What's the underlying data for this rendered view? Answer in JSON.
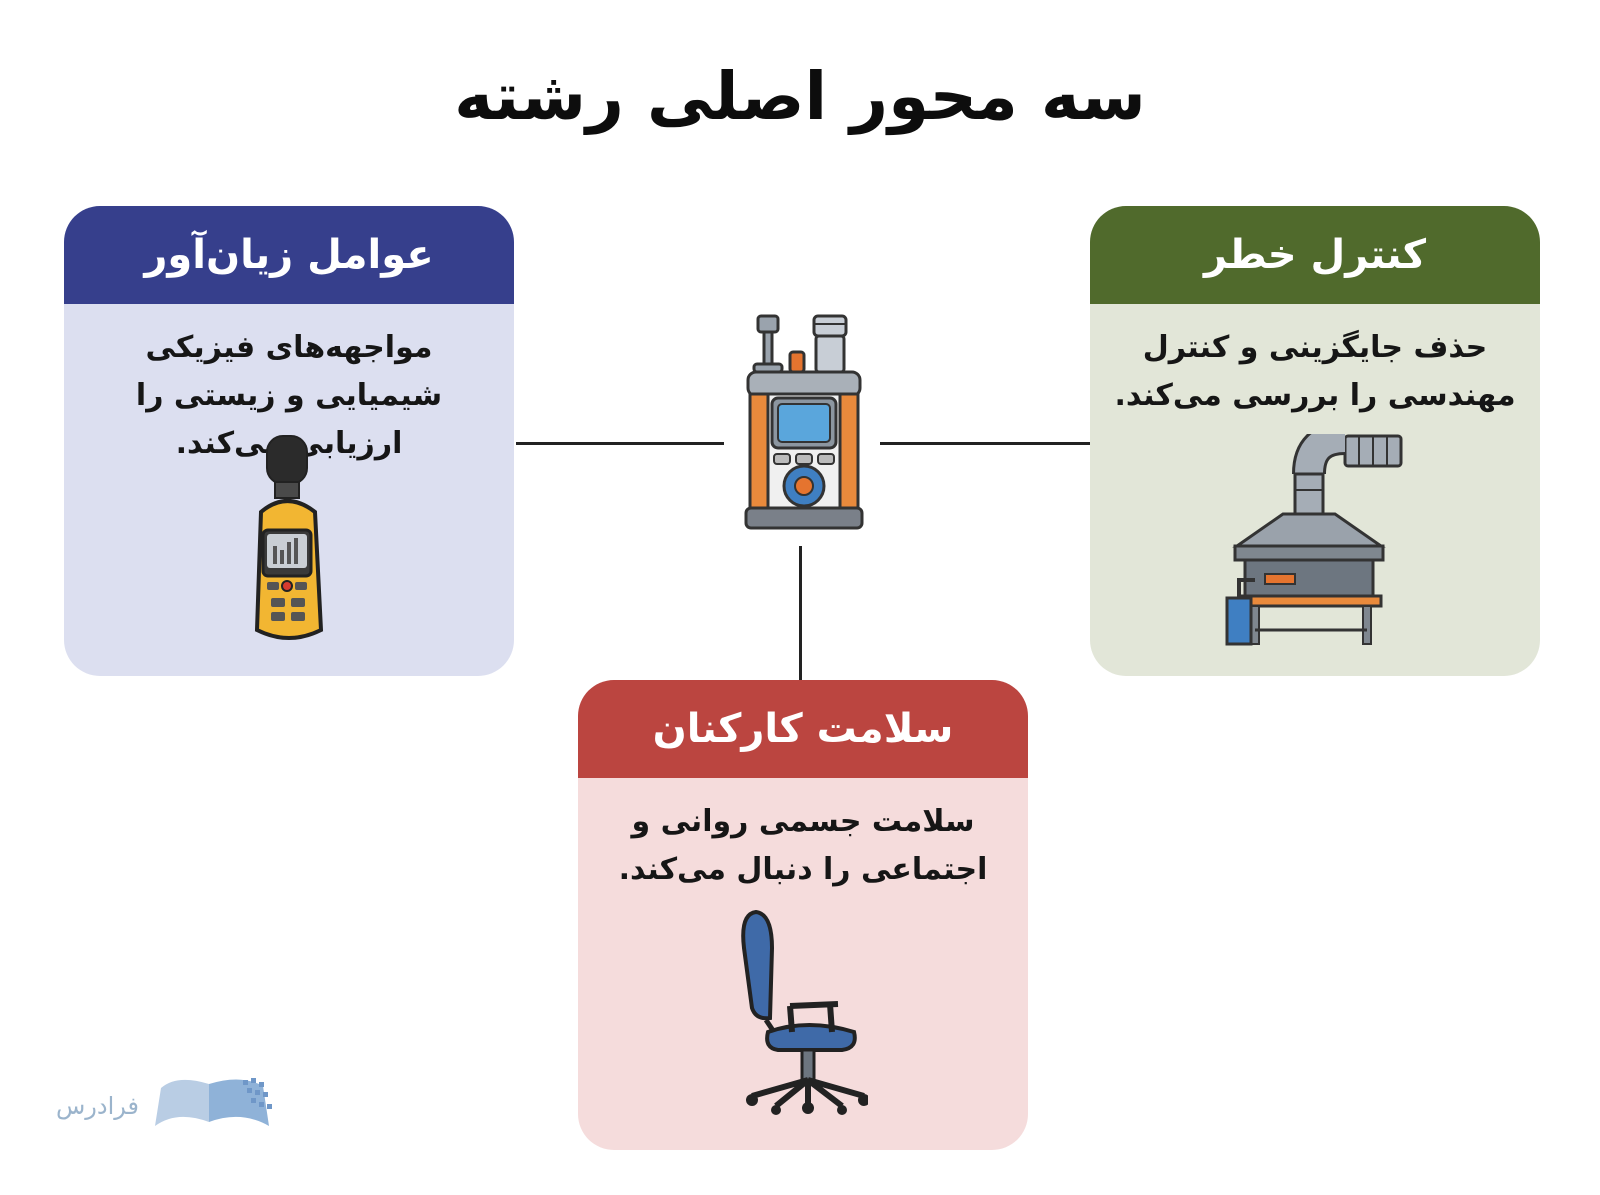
{
  "title": "سه محور اصلی رشته",
  "cards": {
    "harmful_agents": {
      "header": "عوامل زیان‌آور",
      "text": "مواجهه‌های فیزیکی شیمیایی و زیستی را ارزیابی می‌کند.",
      "header_color": "#363f8c",
      "body_color": "#dcdff0"
    },
    "risk_control": {
      "header": "کنترل خطر",
      "text": "حذف جایگزینی و کنترل مهندسی را بررسی می‌کند.",
      "header_color": "#506a2c",
      "body_color": "#e2e6d8"
    },
    "worker_health": {
      "header": "سلامت کارکنان",
      "text": "سلامت جسمی روانی و اجتماعی را دنبال می‌کند.",
      "header_color": "#bb4540",
      "body_color": "#f5dcdc"
    }
  },
  "icons": {
    "center": "gas-detector-icon",
    "harmful_agents": "sound-level-meter-icon",
    "risk_control": "ventilation-hood-icon",
    "worker_health": "office-chair-icon"
  },
  "logo": {
    "text": "فرادرس"
  }
}
